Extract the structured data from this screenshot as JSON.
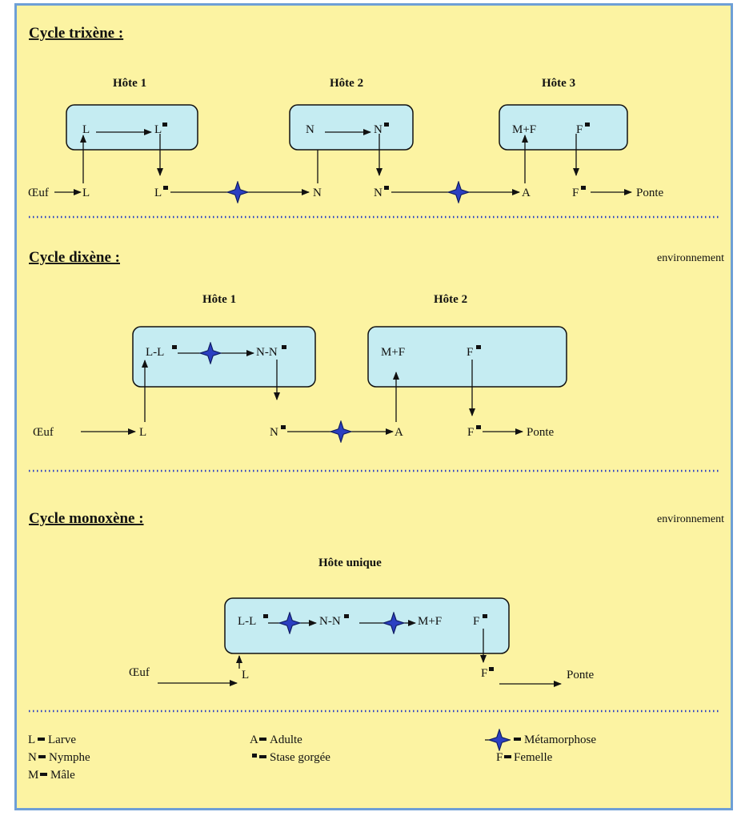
{
  "colors": {
    "background": "#fcf3a2",
    "border": "#6e9fd6",
    "host_box": "#c5ecf2",
    "separator": "#2b3fc2",
    "star": "#2b3fc2"
  },
  "icons": {
    "metamorphosis": "four-point-star-icon",
    "engorged": "small-square-icon"
  },
  "trixene": {
    "title": "Cycle trixène :",
    "host1": "Hôte 1",
    "host2": "Hôte 2",
    "host3": "Hôte 3",
    "h1_L": "L",
    "h1_Lstar": "L",
    "h2_N": "N",
    "h2_Nstar": "N",
    "h3_MF": "M+F",
    "h3_Fstar": "F",
    "egg": "Œuf",
    "L": "L",
    "Lstar": "L",
    "N": "N",
    "Nstar": "N",
    "A": "A",
    "Fstar": "F",
    "ponte": "Ponte"
  },
  "dixene": {
    "title": "Cycle dixène :",
    "environment": "environnement",
    "host1": "Hôte 1",
    "host2": "Hôte 2",
    "h1_LL": "L-L",
    "h1_NN": "N-N",
    "h2_MF": "M+F",
    "h2_Fstar": "F",
    "egg": "Œuf",
    "L": "L",
    "Nstar": "N",
    "A": "A",
    "Fstar": "F",
    "ponte": "Ponte"
  },
  "monoxene": {
    "title": "Cycle monoxène :",
    "environment": "environnement",
    "host": "Hôte unique",
    "LL": "L-L",
    "NN": "N-N",
    "MF": "M+F",
    "Fstar": "F",
    "egg": "Œuf",
    "L": "L",
    "Fstar_out": "F",
    "ponte": "Ponte"
  },
  "legend": {
    "larve_abbr": "L",
    "larve": "Larve",
    "nymphe_abbr": "N",
    "nymphe": "Nymphe",
    "male_abbr": "M",
    "male": "Mâle",
    "adulte_abbr": "A",
    "adulte": "Adulte",
    "stase": "Stase gorgée",
    "metamorphose": "Métamorphose",
    "femelle_abbr": "F",
    "femelle": "Femelle"
  }
}
